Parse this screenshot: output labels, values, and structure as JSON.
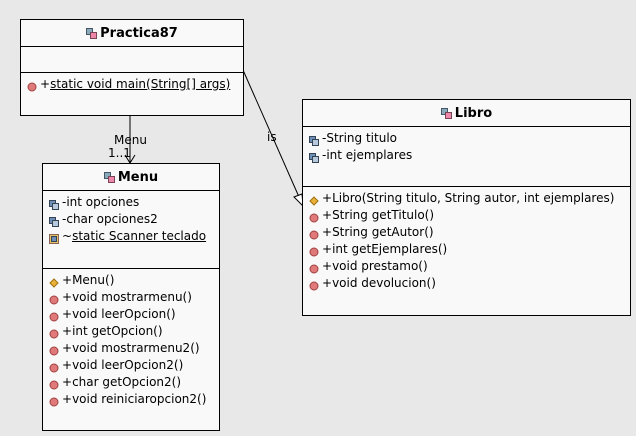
{
  "classes": {
    "practica": {
      "name": "Practica87",
      "attributes": [],
      "methods": [
        {
          "vis": "+",
          "text": "static void main(String[] args)",
          "static": true,
          "icon": "method-icon"
        }
      ]
    },
    "menu": {
      "name": "Menu",
      "attributes": [
        {
          "vis": "-",
          "text": "int opciones",
          "icon": "field-icon"
        },
        {
          "vis": "-",
          "text": "char opciones2",
          "icon": "field-icon"
        },
        {
          "vis": "~",
          "text": "static Scanner teclado",
          "static": true,
          "icon": "static-field-icon"
        }
      ],
      "methods": [
        {
          "vis": "+",
          "text": "Menu()",
          "icon": "constructor-icon"
        },
        {
          "vis": "+",
          "text": "void mostrarmenu()",
          "icon": "method-icon"
        },
        {
          "vis": "+",
          "text": "void leerOpcion()",
          "icon": "method-icon"
        },
        {
          "vis": "+",
          "text": "int getOpcion()",
          "icon": "method-icon"
        },
        {
          "vis": "+",
          "text": "void mostrarmenu2()",
          "icon": "method-icon"
        },
        {
          "vis": "+",
          "text": "void leerOpcion2()",
          "icon": "method-icon"
        },
        {
          "vis": "+",
          "text": "char getOpcion2()",
          "icon": "method-icon"
        },
        {
          "vis": "+",
          "text": "void reiniciaropcion2()",
          "icon": "method-icon"
        }
      ]
    },
    "libro": {
      "name": "Libro",
      "attributes": [
        {
          "vis": "-",
          "text": "String titulo",
          "icon": "field-icon"
        },
        {
          "vis": "-",
          "text": "int ejemplares",
          "icon": "field-icon"
        }
      ],
      "methods": [
        {
          "vis": "+",
          "text": "Libro(String titulo, String autor, int ejemplares)",
          "icon": "constructor-icon"
        },
        {
          "vis": "+",
          "text": "String getTitulo()",
          "icon": "method-icon"
        },
        {
          "vis": "+",
          "text": "String getAutor()",
          "icon": "method-icon"
        },
        {
          "vis": "+",
          "text": "int getEjemplares()",
          "icon": "method-icon"
        },
        {
          "vis": "+",
          "text": "void prestamo()",
          "icon": "method-icon"
        },
        {
          "vis": "+",
          "text": "void devolucion()",
          "icon": "method-icon"
        }
      ]
    }
  },
  "relations": {
    "menu_assoc": {
      "label": "Menu",
      "multiplicity": "1..1"
    },
    "libro_assoc": {
      "label": "is"
    }
  },
  "colors": {
    "box": "#f9f9f9",
    "background": "#e8e8e8",
    "method": "#e07a7a",
    "constructor": "#e8b23a",
    "field": "#6f8fb8"
  }
}
